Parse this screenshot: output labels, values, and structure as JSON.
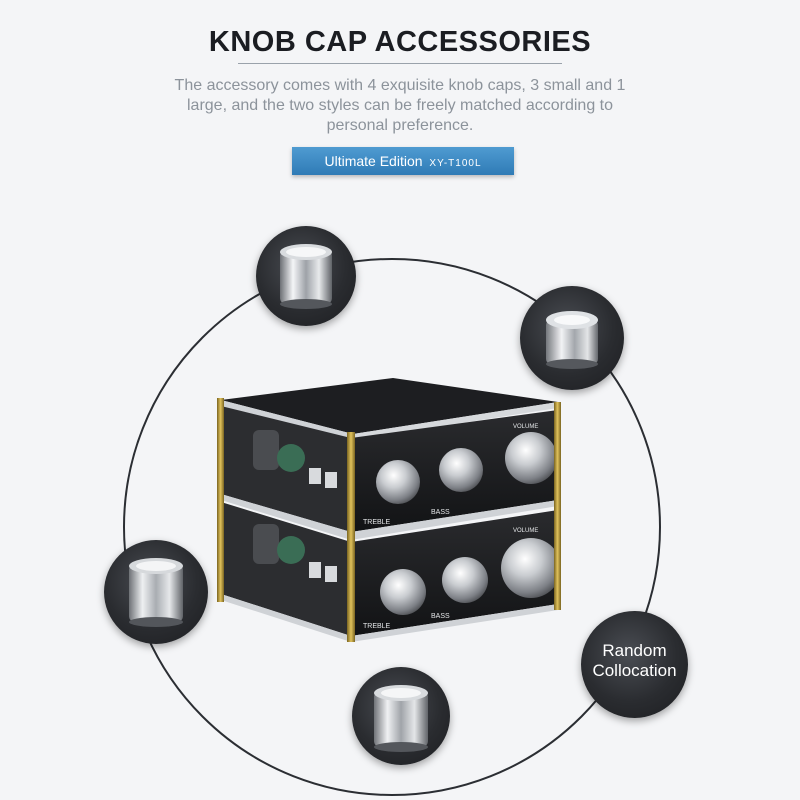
{
  "header": {
    "title": "KNOB CAP ACCESSORIES",
    "description": "The accessory comes with 4 exquisite knob caps, 3 small and 1 large, and the two styles can be freely matched according to personal preference.",
    "edition_label": "Ultimate Edition",
    "edition_model": "XY-T100L",
    "accent_color": "#3d8bc4"
  },
  "callout": {
    "line1": "Random",
    "line2": "Collocation"
  },
  "product": {
    "knob_labels": {
      "treble": "TREBLE",
      "bass": "BASS",
      "volume": "VOLUME"
    }
  },
  "icons": [
    "knob-cap-icon",
    "amplifier-board-image"
  ]
}
